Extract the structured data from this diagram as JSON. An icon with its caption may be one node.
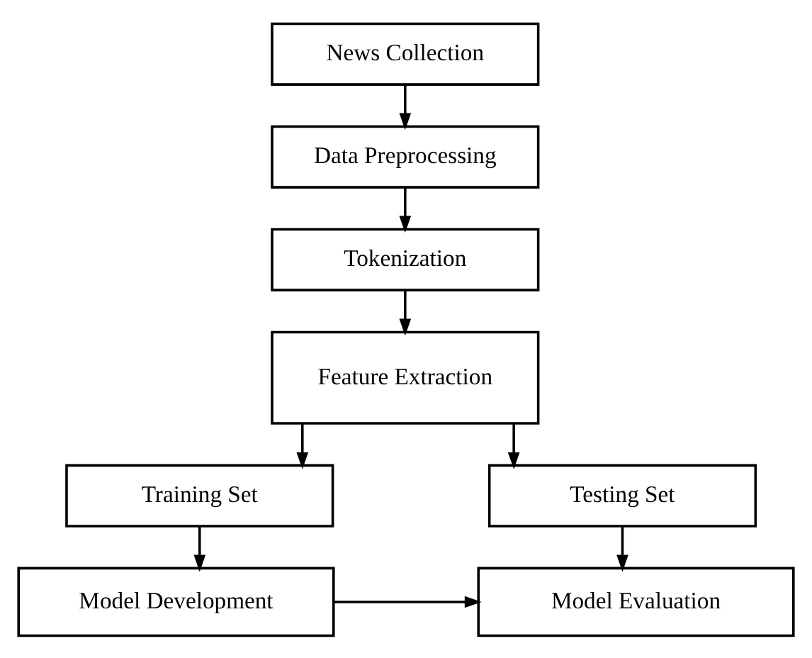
{
  "diagram": {
    "nodes": [
      {
        "text": [
          "News Collection"
        ]
      },
      {
        "text": [
          "Data Preprocessing"
        ]
      },
      {
        "text": [
          "Tokenization"
        ]
      },
      {
        "text": [
          "Feature Extraction"
        ]
      },
      {
        "text": [
          "Testing Set"
        ]
      },
      {
        "text": [
          "Training Set"
        ]
      },
      {
        "text": [
          "Model Evaluation"
        ]
      },
      {
        "text": [
          "Model Development"
        ]
      }
    ],
    "edges": [
      {
        "from": 0,
        "to": 1,
        "arrow": "to"
      },
      {
        "from": 1,
        "to": 2,
        "arrow": "to"
      },
      {
        "from": 2,
        "to": 3,
        "arrow": "to"
      },
      {
        "from": 3,
        "to": 4,
        "arrow": "to"
      },
      {
        "from": 3,
        "to": 5,
        "arrow": "to"
      },
      {
        "from": 4,
        "to": 6,
        "arrow": "to"
      },
      {
        "from": 5,
        "to": 7,
        "arrow": "to"
      },
      {
        "from": 7,
        "to": 6,
        "arrow": "to"
      }
    ]
  }
}
